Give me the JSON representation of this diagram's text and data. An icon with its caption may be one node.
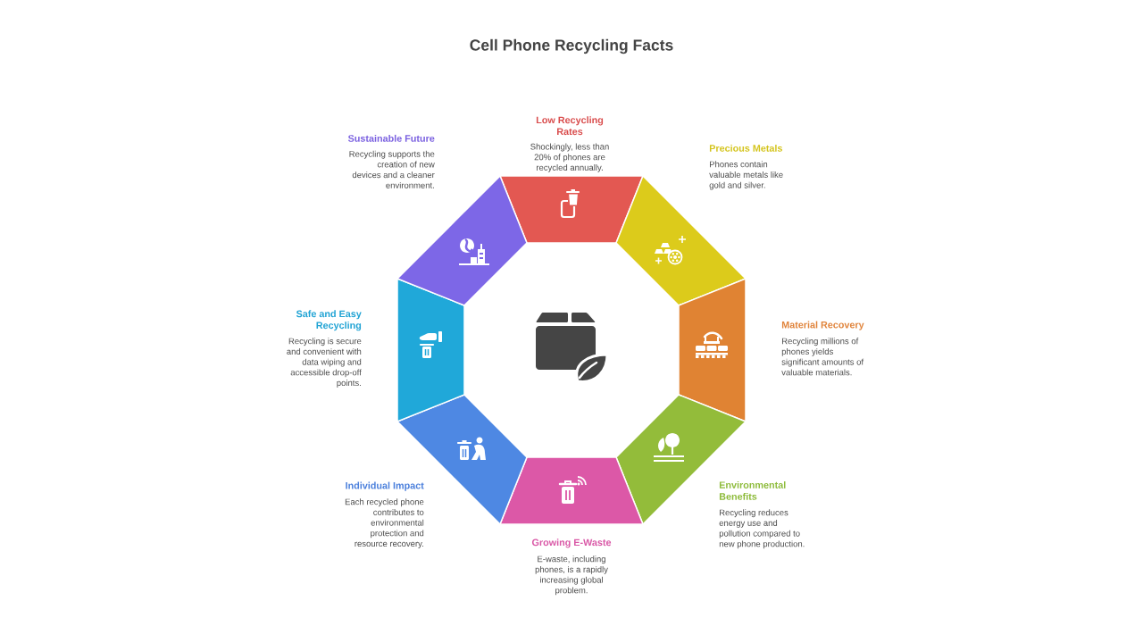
{
  "diagram": {
    "title": "Cell Phone Recycling Facts",
    "nodes": [
      {
        "text": [
          "Low Recycling Rates",
          "Shockingly, less than 20% of phones are recycled annually."
        ]
      },
      {
        "text": [
          "Precious Metals",
          "Phones contain valuable metals like gold and silver."
        ]
      },
      {
        "text": [
          "Material Recovery",
          "Recycling millions of phones yields significant amounts of valuable materials."
        ]
      },
      {
        "text": [
          "Environmental Benefits",
          "Recycling reduces energy use and pollution compared to new phone production."
        ]
      },
      {
        "text": [
          "Growing E-Waste",
          "E-waste, including phones, is a rapidly increasing global problem."
        ]
      },
      {
        "text": [
          "Individual Impact",
          "Each recycled phone contributes to environmental protection and resource recovery."
        ]
      },
      {
        "text": [
          "Safe and Easy Recycling",
          "Recycling is secure and convenient with data wiping and accessible drop-off points."
        ]
      },
      {
        "text": [
          "Sustainable Future",
          "Recycling supports the creation of new devices and a cleaner environment."
        ]
      }
    ]
  }
}
